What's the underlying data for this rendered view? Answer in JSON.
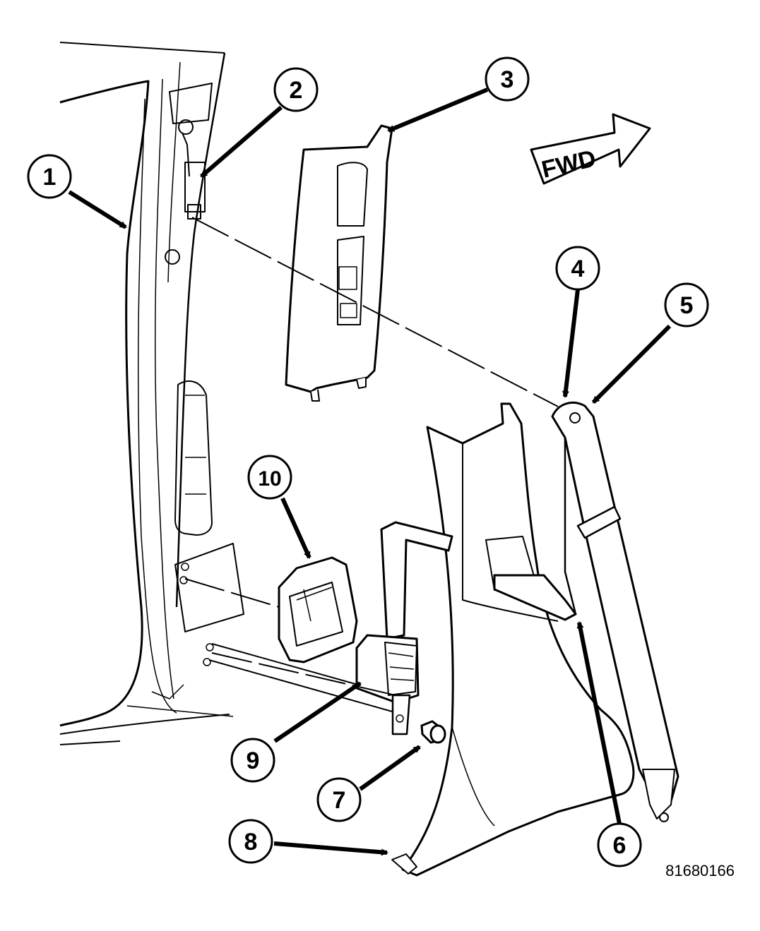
{
  "figure_id": "81680166",
  "direction_label": "FWD",
  "callouts": [
    {
      "id": "callout-1",
      "label": "1"
    },
    {
      "id": "callout-2",
      "label": "2"
    },
    {
      "id": "callout-3",
      "label": "3"
    },
    {
      "id": "callout-4",
      "label": "4"
    },
    {
      "id": "callout-5",
      "label": "5"
    },
    {
      "id": "callout-6",
      "label": "6"
    },
    {
      "id": "callout-7",
      "label": "7"
    },
    {
      "id": "callout-8",
      "label": "8"
    },
    {
      "id": "callout-9",
      "label": "9"
    },
    {
      "id": "callout-10",
      "label": "10"
    }
  ],
  "colors": {
    "line": "#000000",
    "part_fill": "#ffffff",
    "background": "#ffffff"
  }
}
